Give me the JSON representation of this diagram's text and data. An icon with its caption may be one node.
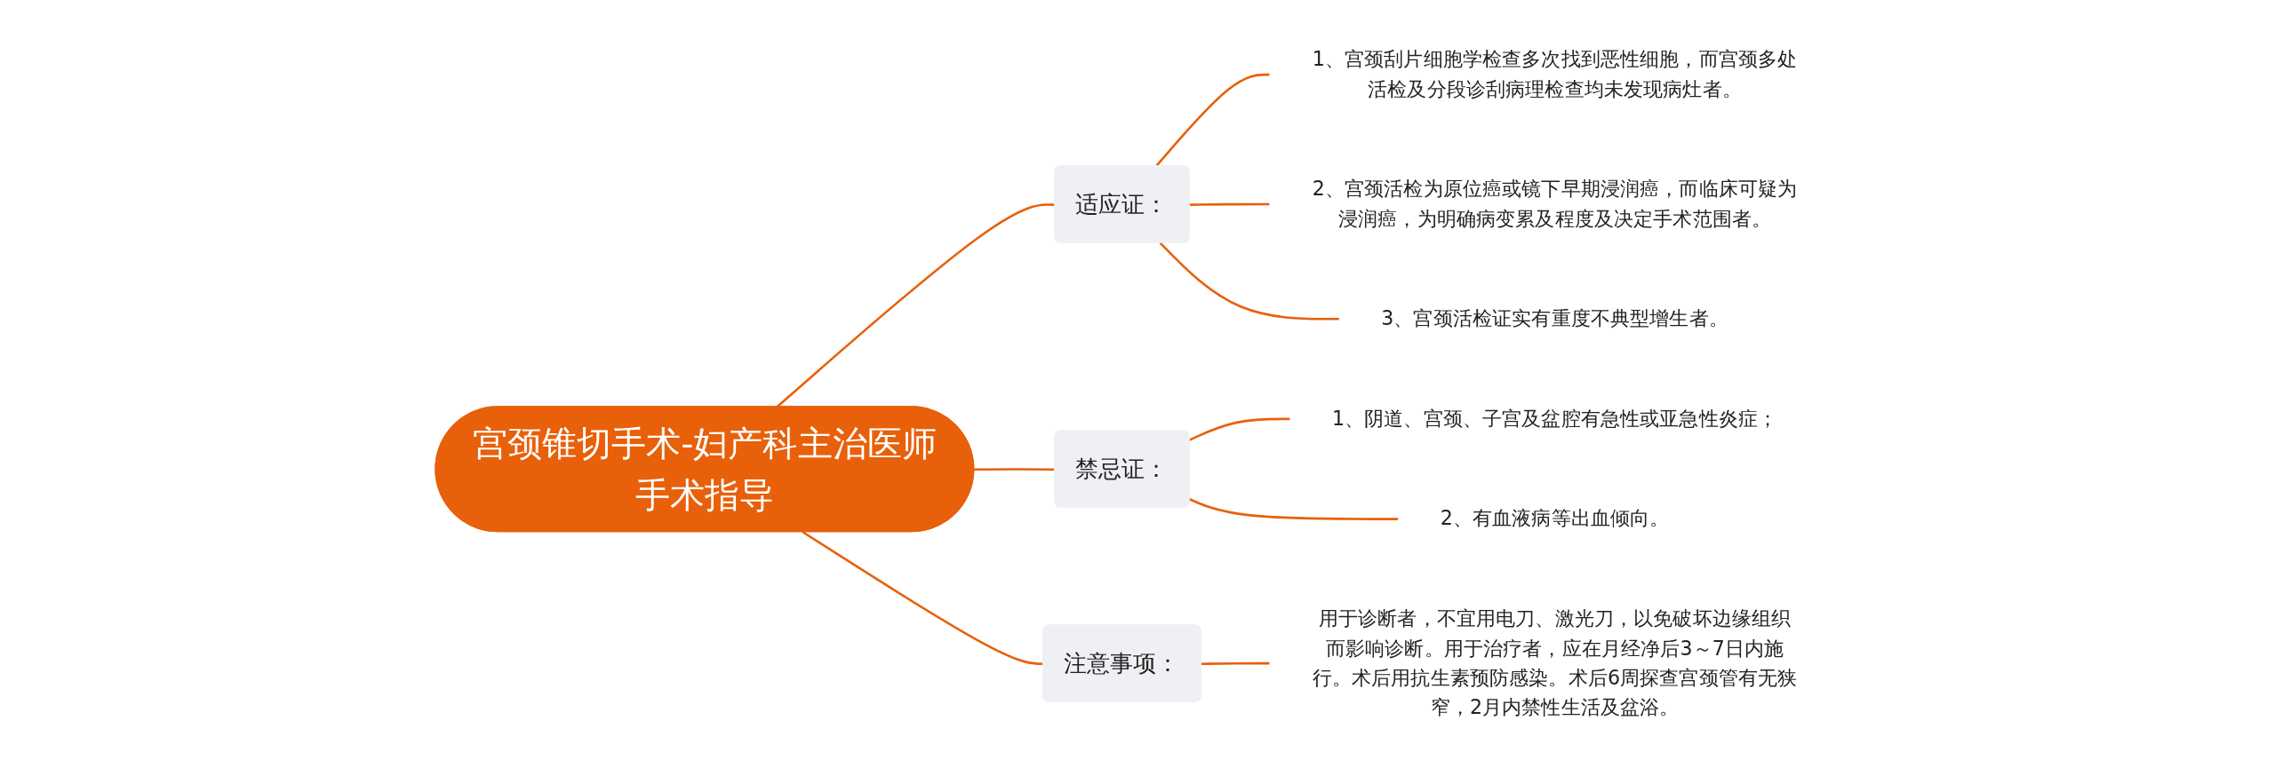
{
  "diagram": {
    "nodes": [
      {
        "text": [
          "宫颈锥切手术-妇产科主治医师手术指导"
        ]
      },
      {
        "text": [
          "适应证："
        ]
      },
      {
        "text": [
          "1、宫颈刮片细胞学检查多次找到恶性细胞，而宫颈多处活检及分段诊刮病理检查均未发现病灶者。"
        ]
      },
      {
        "text": [
          "2、宫颈活检为原位癌或镜下早期浸润癌，而临床可疑为浸润癌，为明确病变累及程度及决定手术范围者。"
        ]
      },
      {
        "text": [
          "3、宫颈活检证实有重度不典型增生者。"
        ]
      },
      {
        "text": [
          "禁忌证："
        ]
      },
      {
        "text": [
          "1、阴道、宫颈、子宫及盆腔有急性或亚急性炎症；"
        ]
      },
      {
        "text": [
          "2、有血液病等出血倾向。"
        ]
      },
      {
        "text": [
          "注意事项："
        ]
      },
      {
        "text": [
          "用于诊断者，不宜用电刀、激光刀，以免破坏边缘组织而影响诊断。用于治疗者，应在月经净后3～7日内施行。术后用抗生素预防感染。术后6周探查宫颈管有无狭窄，2月内禁性生活及盆浴。"
        ]
      }
    ],
    "edges": [
      {
        "from": 0,
        "to": 1,
        "arrow": "none"
      },
      {
        "from": 1,
        "to": 2,
        "arrow": "none"
      },
      {
        "from": 1,
        "to": 3,
        "arrow": "none"
      },
      {
        "from": 1,
        "to": 4,
        "arrow": "none"
      },
      {
        "from": 0,
        "to": 5,
        "arrow": "none"
      },
      {
        "from": 5,
        "to": 6,
        "arrow": "none"
      },
      {
        "from": 5,
        "to": 7,
        "arrow": "none"
      },
      {
        "from": 0,
        "to": 8,
        "arrow": "none"
      },
      {
        "from": 8,
        "to": 9,
        "arrow": "none"
      }
    ]
  }
}
